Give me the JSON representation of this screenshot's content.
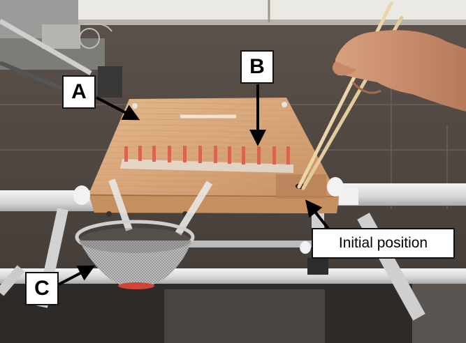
{
  "labels": {
    "a": "A",
    "b": "B",
    "c": "C",
    "initial_position": "Initial position"
  },
  "colors": {
    "wood_board": "#d9a878",
    "pegs": "#d76a55",
    "frame_pipe": "#e2e2e2",
    "wall": "#7a6d66",
    "ceiling": "#e9e8e2"
  }
}
